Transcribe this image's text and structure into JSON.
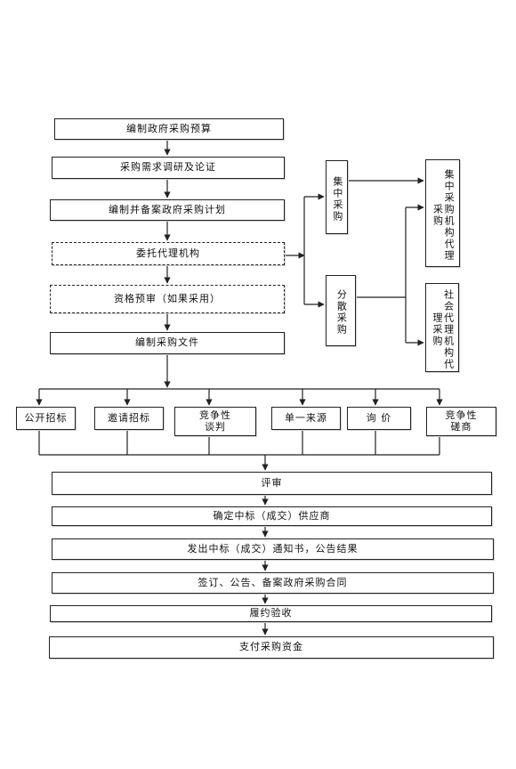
{
  "nodes": {
    "budget": "编制政府采购预算",
    "research": "采购需求调研及论证",
    "plan": "编制并备案政府采购计划",
    "entrust": "委托代理机构",
    "prequal": "资格预审（如果采用）",
    "docs": "编制采购文件",
    "central": "集中采购",
    "decentral": "分散采购",
    "central_agency": "集中采购机构代理采购",
    "social_agency": "社会代理机构代理采购",
    "methods": {
      "open": "公开招标",
      "invite": "邀请招标",
      "negotiation": "竞争性\n谈判",
      "single": "单一来源",
      "inquiry": "询  价",
      "consult": "竞争性\n磋商"
    },
    "review": "评审",
    "supplier": "确定中标（成交）供应商",
    "notice": "发出中标（成交）通知书，公告结果",
    "contract": "签订、公告、备案政府采购合同",
    "acceptance": "履约验收",
    "payment": "支付采购资金"
  }
}
